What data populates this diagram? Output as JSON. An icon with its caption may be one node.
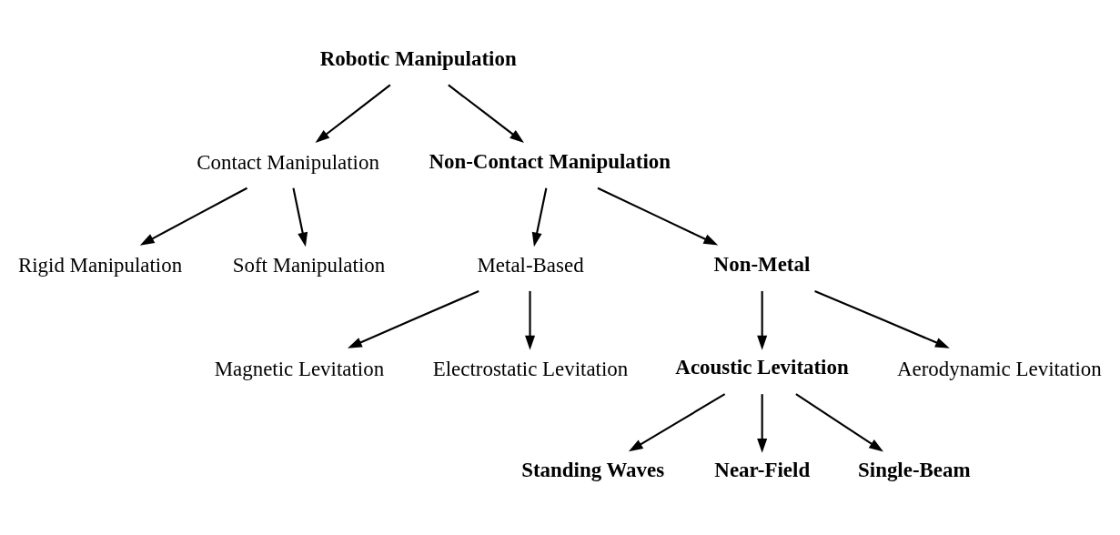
{
  "diagram": {
    "nodes": [
      {
        "text": [
          "Robotic Manipulation"
        ]
      },
      {
        "text": [
          "Contact Manipulation"
        ]
      },
      {
        "text": [
          "Non-Contact Manipulation"
        ]
      },
      {
        "text": [
          "Rigid Manipulation"
        ]
      },
      {
        "text": [
          "Soft Manipulation"
        ]
      },
      {
        "text": [
          "Metal-Based"
        ]
      },
      {
        "text": [
          "Non-Metal"
        ]
      },
      {
        "text": [
          "Magnetic Levitation"
        ]
      },
      {
        "text": [
          "Electrostatic Levitation"
        ]
      },
      {
        "text": [
          "Acoustic Levitation"
        ]
      },
      {
        "text": [
          "Aerodynamic Levitation"
        ]
      },
      {
        "text": [
          "Standing Waves"
        ]
      },
      {
        "text": [
          "Near-Field"
        ]
      },
      {
        "text": [
          "Single-Beam"
        ]
      }
    ],
    "edges": [
      {
        "from": 0,
        "to": 1,
        "arrow": "to"
      },
      {
        "from": 0,
        "to": 2,
        "arrow": "to"
      },
      {
        "from": 1,
        "to": 3,
        "arrow": "to"
      },
      {
        "from": 1,
        "to": 4,
        "arrow": "to"
      },
      {
        "from": 2,
        "to": 5,
        "arrow": "to"
      },
      {
        "from": 2,
        "to": 6,
        "arrow": "to"
      },
      {
        "from": 5,
        "to": 7,
        "arrow": "to"
      },
      {
        "from": 5,
        "to": 8,
        "arrow": "to"
      },
      {
        "from": 6,
        "to": 9,
        "arrow": "to"
      },
      {
        "from": 6,
        "to": 10,
        "arrow": "to"
      },
      {
        "from": 9,
        "to": 11,
        "arrow": "to"
      },
      {
        "from": 9,
        "to": 12,
        "arrow": "to"
      },
      {
        "from": 9,
        "to": 13,
        "arrow": "to"
      }
    ]
  }
}
